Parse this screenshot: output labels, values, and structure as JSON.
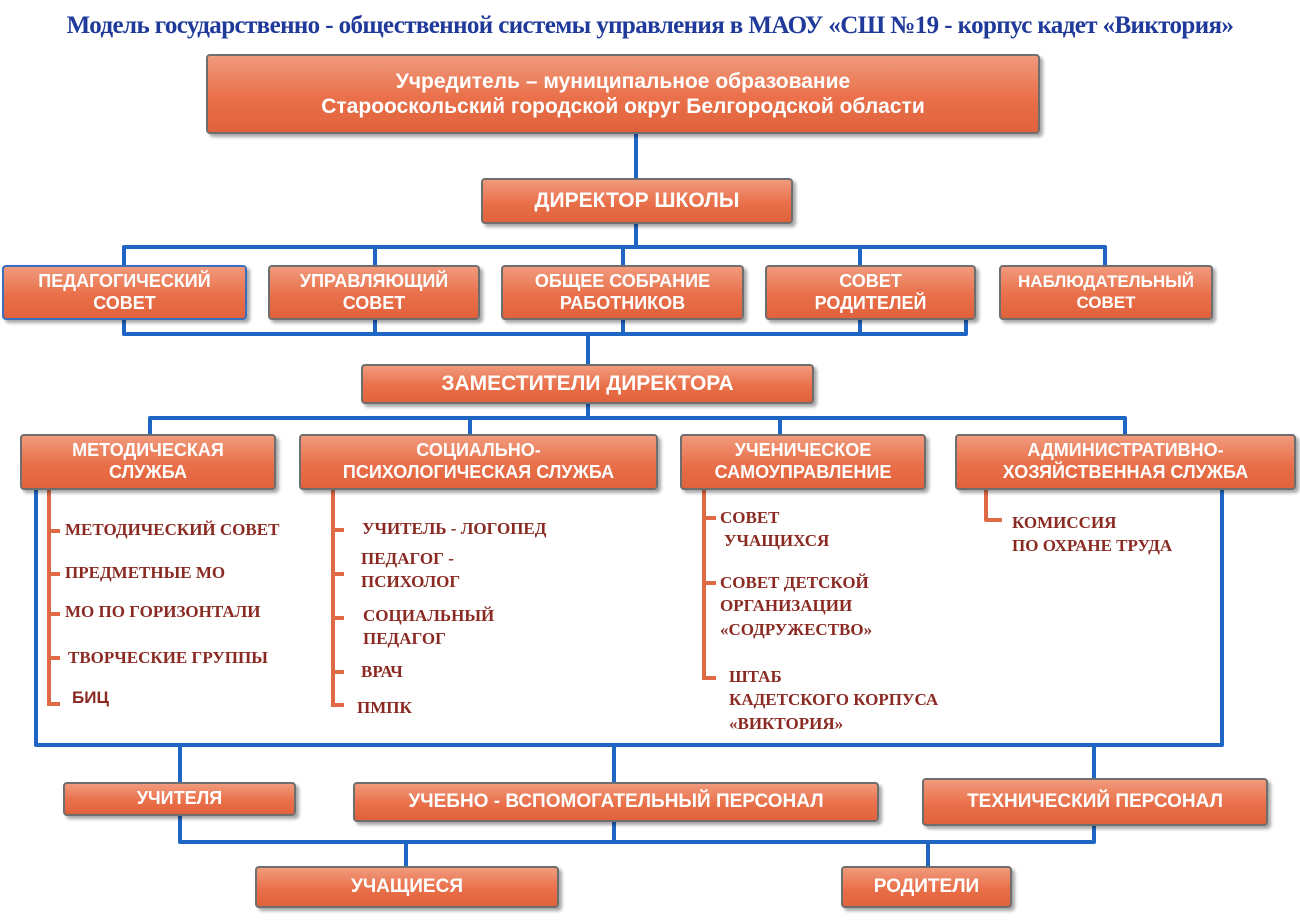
{
  "title": "Модель государственно - общественной системы управления в МАОУ «СШ №19 - корпус кадет «Виктория»",
  "founder": {
    "line1": "Учредитель – муниципальное образование",
    "line2": "Старооскольский городской округ Белгородской области"
  },
  "director": "ДИРЕКТОР ШКОЛЫ",
  "councils": {
    "pedagogical": {
      "line1": "ПЕДАГОГИЧЕСКИЙ",
      "line2": "СОВЕТ"
    },
    "managing": {
      "line1": "УПРАВЛЯЮЩИЙ",
      "line2": "СОВЕТ"
    },
    "general_meeting": {
      "line1": "ОБЩЕЕ СОБРАНИЕ",
      "line2": "РАБОТНИКОВ"
    },
    "parents": {
      "line1": "СОВЕТ",
      "line2": "РОДИТЕЛЕЙ"
    },
    "supervisory": {
      "line1": "НАБЛЮДАТЕЛЬНЫЙ",
      "line2": "СОВЕТ"
    }
  },
  "deputies": "ЗАМЕСТИТЕЛИ ДИРЕКТОРА",
  "services": {
    "methodical": {
      "line1": "МЕТОДИЧЕСКАЯ",
      "line2": "СЛУЖБА",
      "items": [
        "МЕТОДИЧЕСКИЙ СОВЕТ",
        "ПРЕДМЕТНЫЕ МО",
        "МО ПО ГОРИЗОНТАЛИ",
        "ТВОРЧЕСКИЕ ГРУППЫ",
        "БИЦ"
      ]
    },
    "social": {
      "line1": "СОЦИАЛЬНО-",
      "line2": "ПСИХОЛОГИЧЕСКАЯ СЛУЖБА",
      "items": [
        {
          "line1": "УЧИТЕЛЬ - ЛОГОПЕД"
        },
        {
          "line1": "ПЕДАГОГ -",
          "line2": "ПСИХОЛОГ"
        },
        {
          "line1": "СОЦИАЛЬНЫЙ",
          "line2": "ПЕДАГОГ"
        },
        {
          "line1": "ВРАЧ"
        },
        {
          "line1": "ПМПК"
        }
      ]
    },
    "student": {
      "line1": "УЧЕНИЧЕСКОЕ",
      "line2": "САМОУПРАВЛЕНИЕ",
      "items": [
        {
          "line1": "СОВЕТ",
          "line2": "УЧАЩИХСЯ"
        },
        {
          "line1": "СОВЕТ ДЕТСКОЙ",
          "line2": "ОРГАНИЗАЦИИ",
          "line3": "«СОДРУЖЕСТВО»"
        },
        {
          "line1": "ШТАБ",
          "line2": "КАДЕТСКОГО КОРПУСА",
          "line3": "«ВИКТОРИЯ»"
        }
      ]
    },
    "admin": {
      "line1": "АДМИНИСТРАТИВНО-",
      "line2": "ХОЗЯЙСТВЕННАЯ СЛУЖБА",
      "items": [
        {
          "line1": "КОМИССИЯ",
          "line2": "ПО ОХРАНЕ ТРУДА"
        }
      ]
    }
  },
  "staff": {
    "teachers": "УЧИТЕЛЯ",
    "support": "УЧЕБНО - ВСПОМОГАТЕЛЬНЫЙ ПЕРСОНАЛ",
    "technical": "ТЕХНИЧЕСКИЙ ПЕРСОНАЛ"
  },
  "students": "УЧАЩИЕСЯ",
  "parents": "РОДИТЕЛИ",
  "colors": {
    "box_fill": "#e9704a",
    "box_border": "#6e6e6e",
    "connector_blue": "#1f66c4",
    "connector_orange": "#e06a45",
    "title": "#1f3a9a",
    "list_text": "#8a2a22"
  }
}
